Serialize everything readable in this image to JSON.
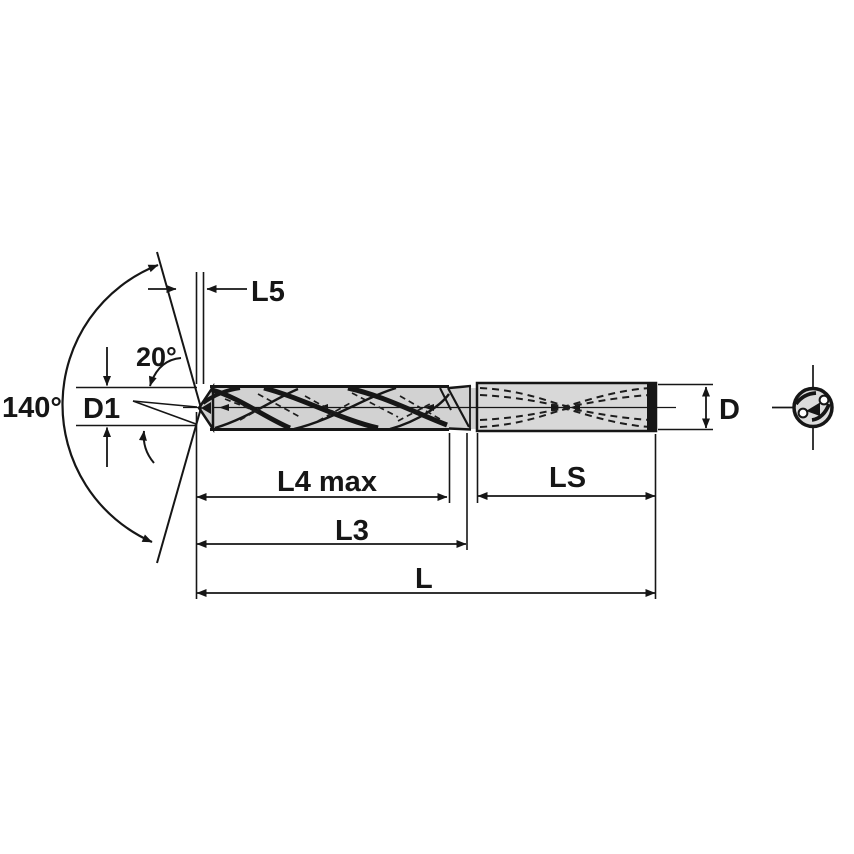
{
  "diagram": {
    "type": "drill-dimension-drawing",
    "views": {
      "side": "drill side view",
      "end": "drill end view"
    },
    "labels": {
      "point_angle": "140°",
      "relief_angle": "20°",
      "point_length": "L5",
      "point_diameter": "D1",
      "flute_length_max": "L4 max",
      "usable_length": "L3",
      "overall_length": "L",
      "shank_length": "LS",
      "shank_diameter": "D"
    },
    "colors": {
      "line": "#161616",
      "flute_fill": "#d2d2d2",
      "shank_fill": "#d8d8d8",
      "end_view_fill": "#dcdcdc",
      "background": "#ffffff"
    }
  }
}
